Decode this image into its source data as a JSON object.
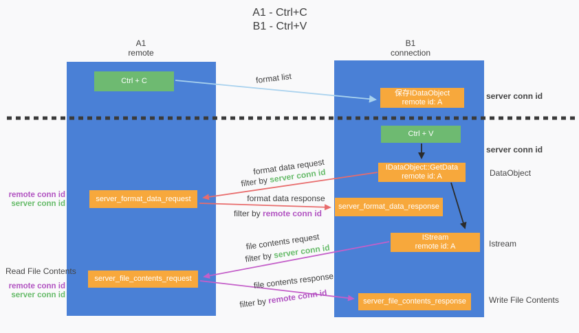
{
  "title": {
    "line1": "A1 - Ctrl+C",
    "line2": "B1 - Ctrl+V"
  },
  "lanes": {
    "left": {
      "name": "A1",
      "subtitle": "remote"
    },
    "right": {
      "name": "B1",
      "subtitle": "connection"
    }
  },
  "nodes": {
    "ctrl_c": "Ctrl + C",
    "ctrl_v": "Ctrl + V",
    "save_dataobject_line1": "保存IDataObject",
    "save_dataobject_line2": "remote id: A",
    "getdata_line1": "IDataObject::GetData",
    "getdata_line2": "remote id: A",
    "istream_line1": "IStream",
    "istream_line2": "remote id: A",
    "server_format_data_request": "server_format_data_request",
    "server_format_data_response": "server_format_data_response",
    "server_file_contents_request": "server_file_contents_request",
    "server_file_contents_response": "server_file_contents_response"
  },
  "arrow_labels": {
    "format_list": "format list",
    "format_data_request": "format data request",
    "format_data_response": "format data response",
    "file_contents_request": "file contents request",
    "file_contents_response": "file contents response",
    "filter_by": "filter by ",
    "server_conn_id": "server conn id",
    "remote_conn_id": "remote conn id"
  },
  "side_labels": {
    "server_conn_id": "server conn id",
    "remote_conn_id": "remote conn id",
    "dataobject": "DataObject",
    "istream": "Istream",
    "read_file_contents": "Read File Contents",
    "write_file_contents": "Write File Contents"
  },
  "colors": {
    "lane_blue": "#4a80d6",
    "node_green": "#6eba71",
    "node_orange": "#f7a83c",
    "green_text": "#67bb6a",
    "purple_text": "#b153c1",
    "arrow_salmon": "#e86c6c",
    "arrow_magenta": "#c45fc9",
    "arrow_light_blue": "#a9d2ee",
    "arrow_black": "#2b2b2b",
    "separator": "#3a3a3a"
  }
}
